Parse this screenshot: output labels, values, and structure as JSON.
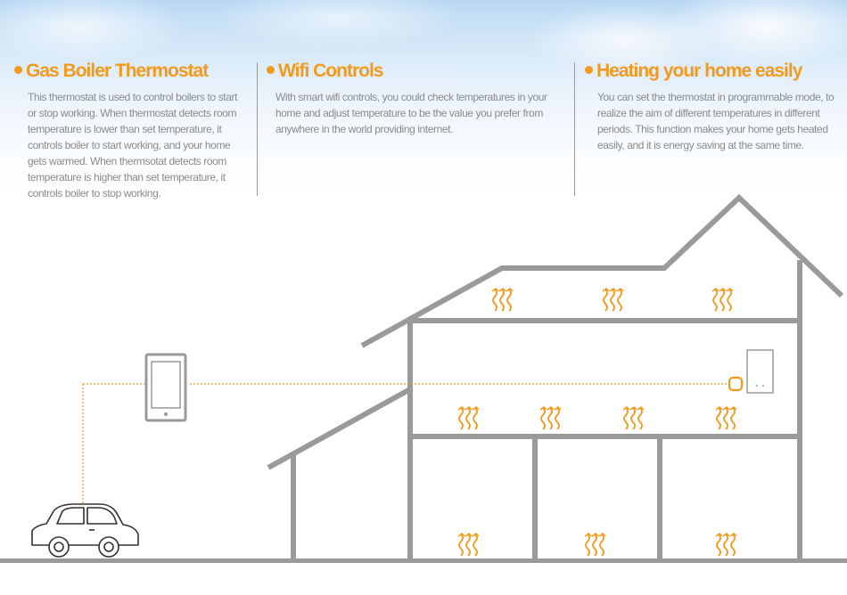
{
  "columns": [
    {
      "title": "Gas Boiler Thermostat",
      "body": "This thermostat is used to control boilers to start or stop working. When thermostat detects room temperature is lower than set temperature, it controls boiler to start working, and your home gets warmed. When thermsotat detects room temperature is higher than set temperature, it controls boiler to stop working."
    },
    {
      "title": "Wifi Controls",
      "body": "With smart wifi controls, you could check temperatures in your home and adjust temperature to be the value you prefer from anywhere in the world providing internet."
    },
    {
      "title": "Heating your home easily",
      "body": "You can set the thermostat in programmable mode, to realize the aim of different temperatures in different periods. This function makes your home gets heated easily, and it is energy saving at the same time."
    }
  ],
  "colors": {
    "accent": "#f29a1d",
    "house": "#9a9a9a",
    "text": "#8a8a8a",
    "sky": "#cfe4f7"
  },
  "icons": [
    "phone-icon",
    "car-icon",
    "boiler-icon",
    "thermostat-icon",
    "heat-wave-icon"
  ]
}
